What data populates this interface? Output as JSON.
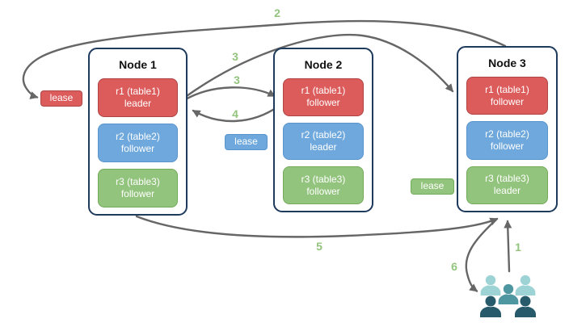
{
  "colors": {
    "red_fill": "#DC5B5B",
    "red_border": "#AE4545",
    "blue_fill": "#6FA8DC",
    "blue_border": "#5B94CD",
    "green_fill": "#93C47D",
    "green_border": "#74AB5A",
    "node_border": "#1E3A5C",
    "arrow": "#666666",
    "step_label": "#93C47D",
    "people_light": "#9ED3D6",
    "people_mid": "#4E96A0",
    "people_dark": "#275A6B"
  },
  "nodes": [
    {
      "title": "Node 1",
      "replicas": [
        {
          "label": "r1 (table1)",
          "role": "leader",
          "color": "red"
        },
        {
          "label": "r2 (table2)",
          "role": "follower",
          "color": "blue"
        },
        {
          "label": "r3 (table3)",
          "role": "follower",
          "color": "green"
        }
      ]
    },
    {
      "title": "Node 2",
      "replicas": [
        {
          "label": "r1 (table1)",
          "role": "follower",
          "color": "red"
        },
        {
          "label": "r2 (table2)",
          "role": "leader",
          "color": "blue"
        },
        {
          "label": "r3 (table3)",
          "role": "follower",
          "color": "green"
        }
      ]
    },
    {
      "title": "Node 3",
      "replicas": [
        {
          "label": "r1 (table1)",
          "role": "follower",
          "color": "red"
        },
        {
          "label": "r2 (table2)",
          "role": "follower",
          "color": "blue"
        },
        {
          "label": "r3 (table3)",
          "role": "leader",
          "color": "green"
        }
      ]
    }
  ],
  "leases": [
    {
      "label": "lease",
      "color": "red"
    },
    {
      "label": "lease",
      "color": "blue"
    },
    {
      "label": "lease",
      "color": "green"
    }
  ],
  "steps": {
    "s1": "1",
    "s2": "2",
    "s3a": "3",
    "s3b": "3",
    "s4": "4",
    "s5": "5",
    "s6": "6"
  },
  "icons": {
    "clients": "people-group-icon"
  }
}
